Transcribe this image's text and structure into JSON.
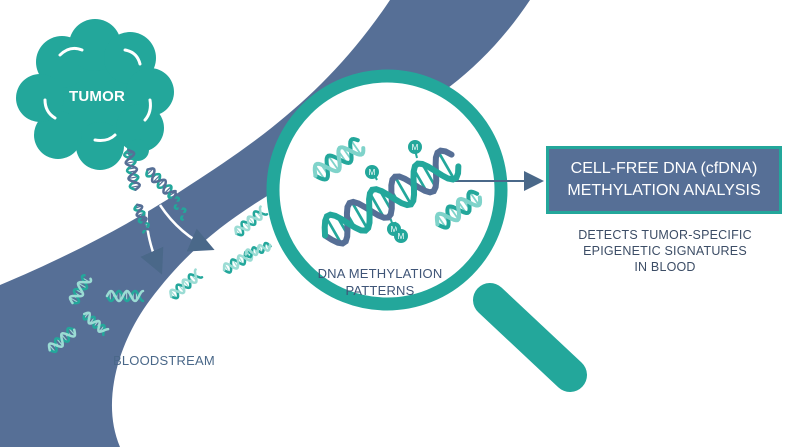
{
  "tumor": {
    "label": "TUMOR"
  },
  "bloodstream": {
    "label": "BLOODSTREAM"
  },
  "magnifier": {
    "label_lines": [
      "DNA METHYLATION",
      "PATTERNS"
    ],
    "marker_glyph": "M"
  },
  "title_box": {
    "lines": [
      "CELL-FREE DNA (cfDNA)",
      "METHYLATION ANALYSIS"
    ]
  },
  "description": {
    "lines": [
      "DETECTS TUMOR-SPECIFIC",
      "EPIGENETIC SIGNATURES",
      "IN BLOOD"
    ]
  },
  "colors": {
    "teal": "#23a79b",
    "slate": "#566f96",
    "dark_text": "#3c4d66",
    "white": "#ffffff"
  },
  "icons": [
    "tumor-cloud-icon",
    "dna-helix-icon",
    "magnifying-glass-icon",
    "arrow-icon",
    "methyl-marker-icon"
  ]
}
